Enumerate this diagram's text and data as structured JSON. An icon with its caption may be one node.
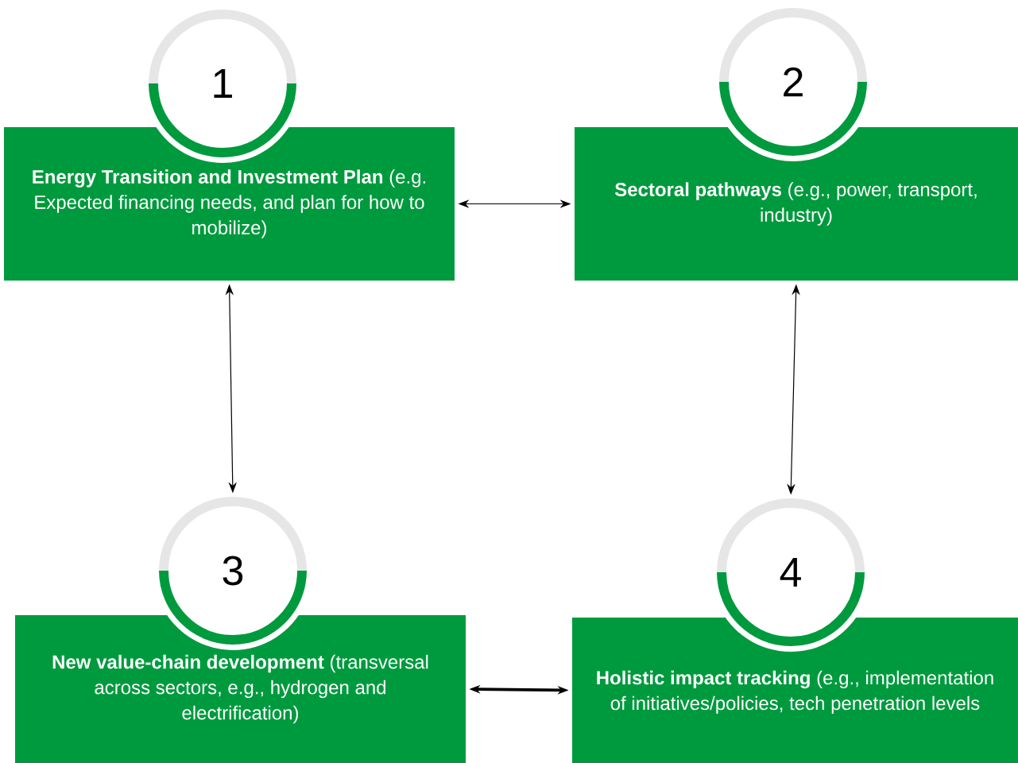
{
  "diagram": {
    "nodes": [
      {
        "text": [
          "1"
        ]
      },
      {
        "text": [
          "**Energy Transition and Investment Plan** (e.g. Expected financing needs, and plan for how to mobilize)"
        ]
      },
      {
        "text": [
          "2"
        ]
      },
      {
        "text": [
          "**Sectoral pathways** (e.g., power, transport, industry)"
        ]
      },
      {
        "text": [
          "3"
        ]
      },
      {
        "text": [
          "**New value-chain development** (transversal across sectors, e.g., hydrogen and electrification)"
        ]
      },
      {
        "text": [
          "4"
        ]
      },
      {
        "text": [
          "**Holistic impact tracking** (e.g., implementation of initiatives/policies, tech penetration levels"
        ]
      }
    ],
    "edges": [
      {
        "from": 1,
        "to": 3,
        "arrow": "both"
      },
      {
        "from": 1,
        "to": 4,
        "arrow": "both"
      },
      {
        "from": 3,
        "to": 6,
        "arrow": "both"
      },
      {
        "from": 5,
        "to": 7,
        "arrow": "both",
        "style": "thick"
      }
    ]
  }
}
